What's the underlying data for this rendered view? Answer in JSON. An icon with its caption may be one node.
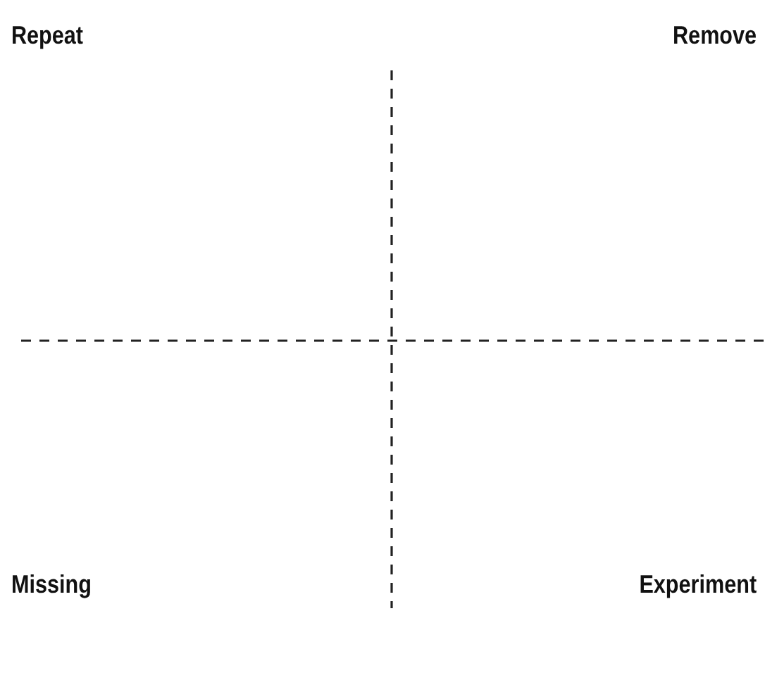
{
  "diagram": {
    "labels": [
      "Repeat",
      "Remove",
      "Missing",
      "Experiment"
    ]
  }
}
